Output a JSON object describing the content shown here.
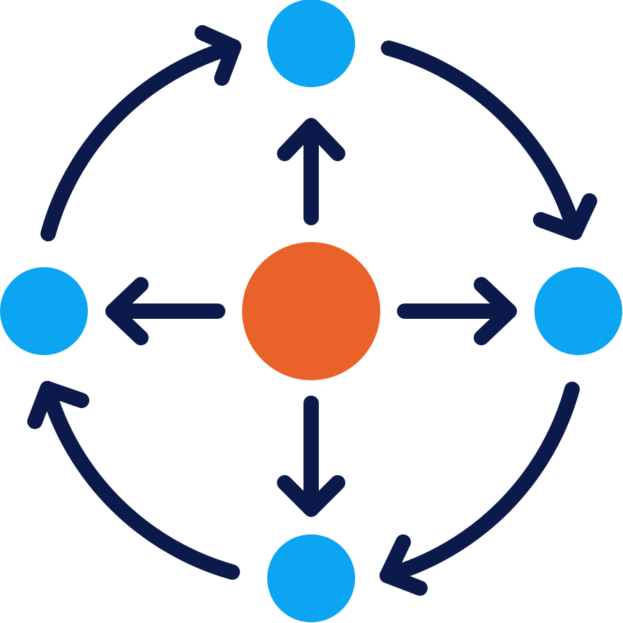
{
  "colors": {
    "background": "#ffffff",
    "hub": "#e8622a",
    "node": "#0ba5f1",
    "arrow": "#0b1a4a"
  },
  "diagram": {
    "hub_icon": "center-hub-circle",
    "node_icon": "outer-node-circle",
    "radial_arrow_icon": "outward-arrow-icon",
    "cycle_arrow_icon": "clockwise-curved-arrow-icon",
    "flow": "clockwise"
  }
}
